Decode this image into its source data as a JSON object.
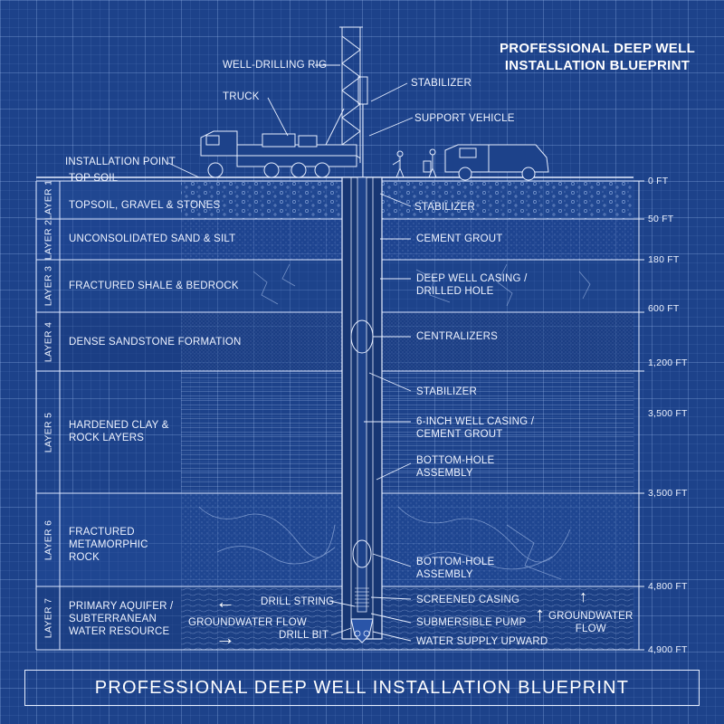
{
  "title": "PROFESSIONAL DEEP WELL\nINSTALLATION BLUEPRINT",
  "footer_title": "PROFESSIONAL DEEP WELL INSTALLATION BLUEPRINT",
  "surface_labels": {
    "rig": "WELL-DRILLING RIG",
    "truck": "TRUCK",
    "stabilizer": "STABILIZER",
    "support_vehicle": "SUPPORT VEHICLE",
    "installation_point": "INSTALLATION POINT",
    "top_soil": "TOP SOIL"
  },
  "layers": [
    {
      "tag": "LAYER 1",
      "name": "TOPSOIL, GRAVEL & STONES",
      "depth": "0 FT"
    },
    {
      "tag": "LAYER 2",
      "name": "UNCONSOLIDATED SAND & SILT",
      "depth": "50 FT"
    },
    {
      "tag": "LAYER 3",
      "name": "FRACTURED SHALE & BEDROCK",
      "depth": "180 FT"
    },
    {
      "tag": "LAYER 4",
      "name": "DENSE SANDSTONE FORMATION",
      "depth": "600 FT"
    },
    {
      "tag": "LAYER 5",
      "name": "HARDENED CLAY & ROCK LAYERS",
      "depth": "1,200 FT"
    },
    {
      "tag": "LAYER 6",
      "name": "FRACTURED METAMORPHIC ROCK",
      "depth": "3,500 FT"
    },
    {
      "tag": "LAYER 7",
      "name": "PRIMARY AQUIFER / SUBTERRANEAN WATER RESOURCE",
      "depth": "3,500 FT"
    }
  ],
  "depth_extra": [
    "4,800 FT",
    "4,900 FT"
  ],
  "right_labels": [
    "STABILIZER",
    "CEMENT GROUT",
    "DEEP WELL CASING /\nDRILLED HOLE",
    "CENTRALIZERS",
    "STABILIZER",
    "6-INCH WELL CASING /\nCEMENT GROUT",
    "BOTTOM-HOLE\nASSEMBLY",
    "BOTTOM-HOLE\nASSEMBLY",
    "SCREENED CASING",
    "SUBMERSIBLE PUMP",
    "WATER SUPPLY UPWARD"
  ],
  "aquifer_labels": {
    "drill_string": "DRILL STRING",
    "groundwater_flow_left": "GROUNDWATER FLOW",
    "drill_bit": "DRILL BIT",
    "groundwater_flow_right": "GROUNDWATER\nFLOW"
  }
}
